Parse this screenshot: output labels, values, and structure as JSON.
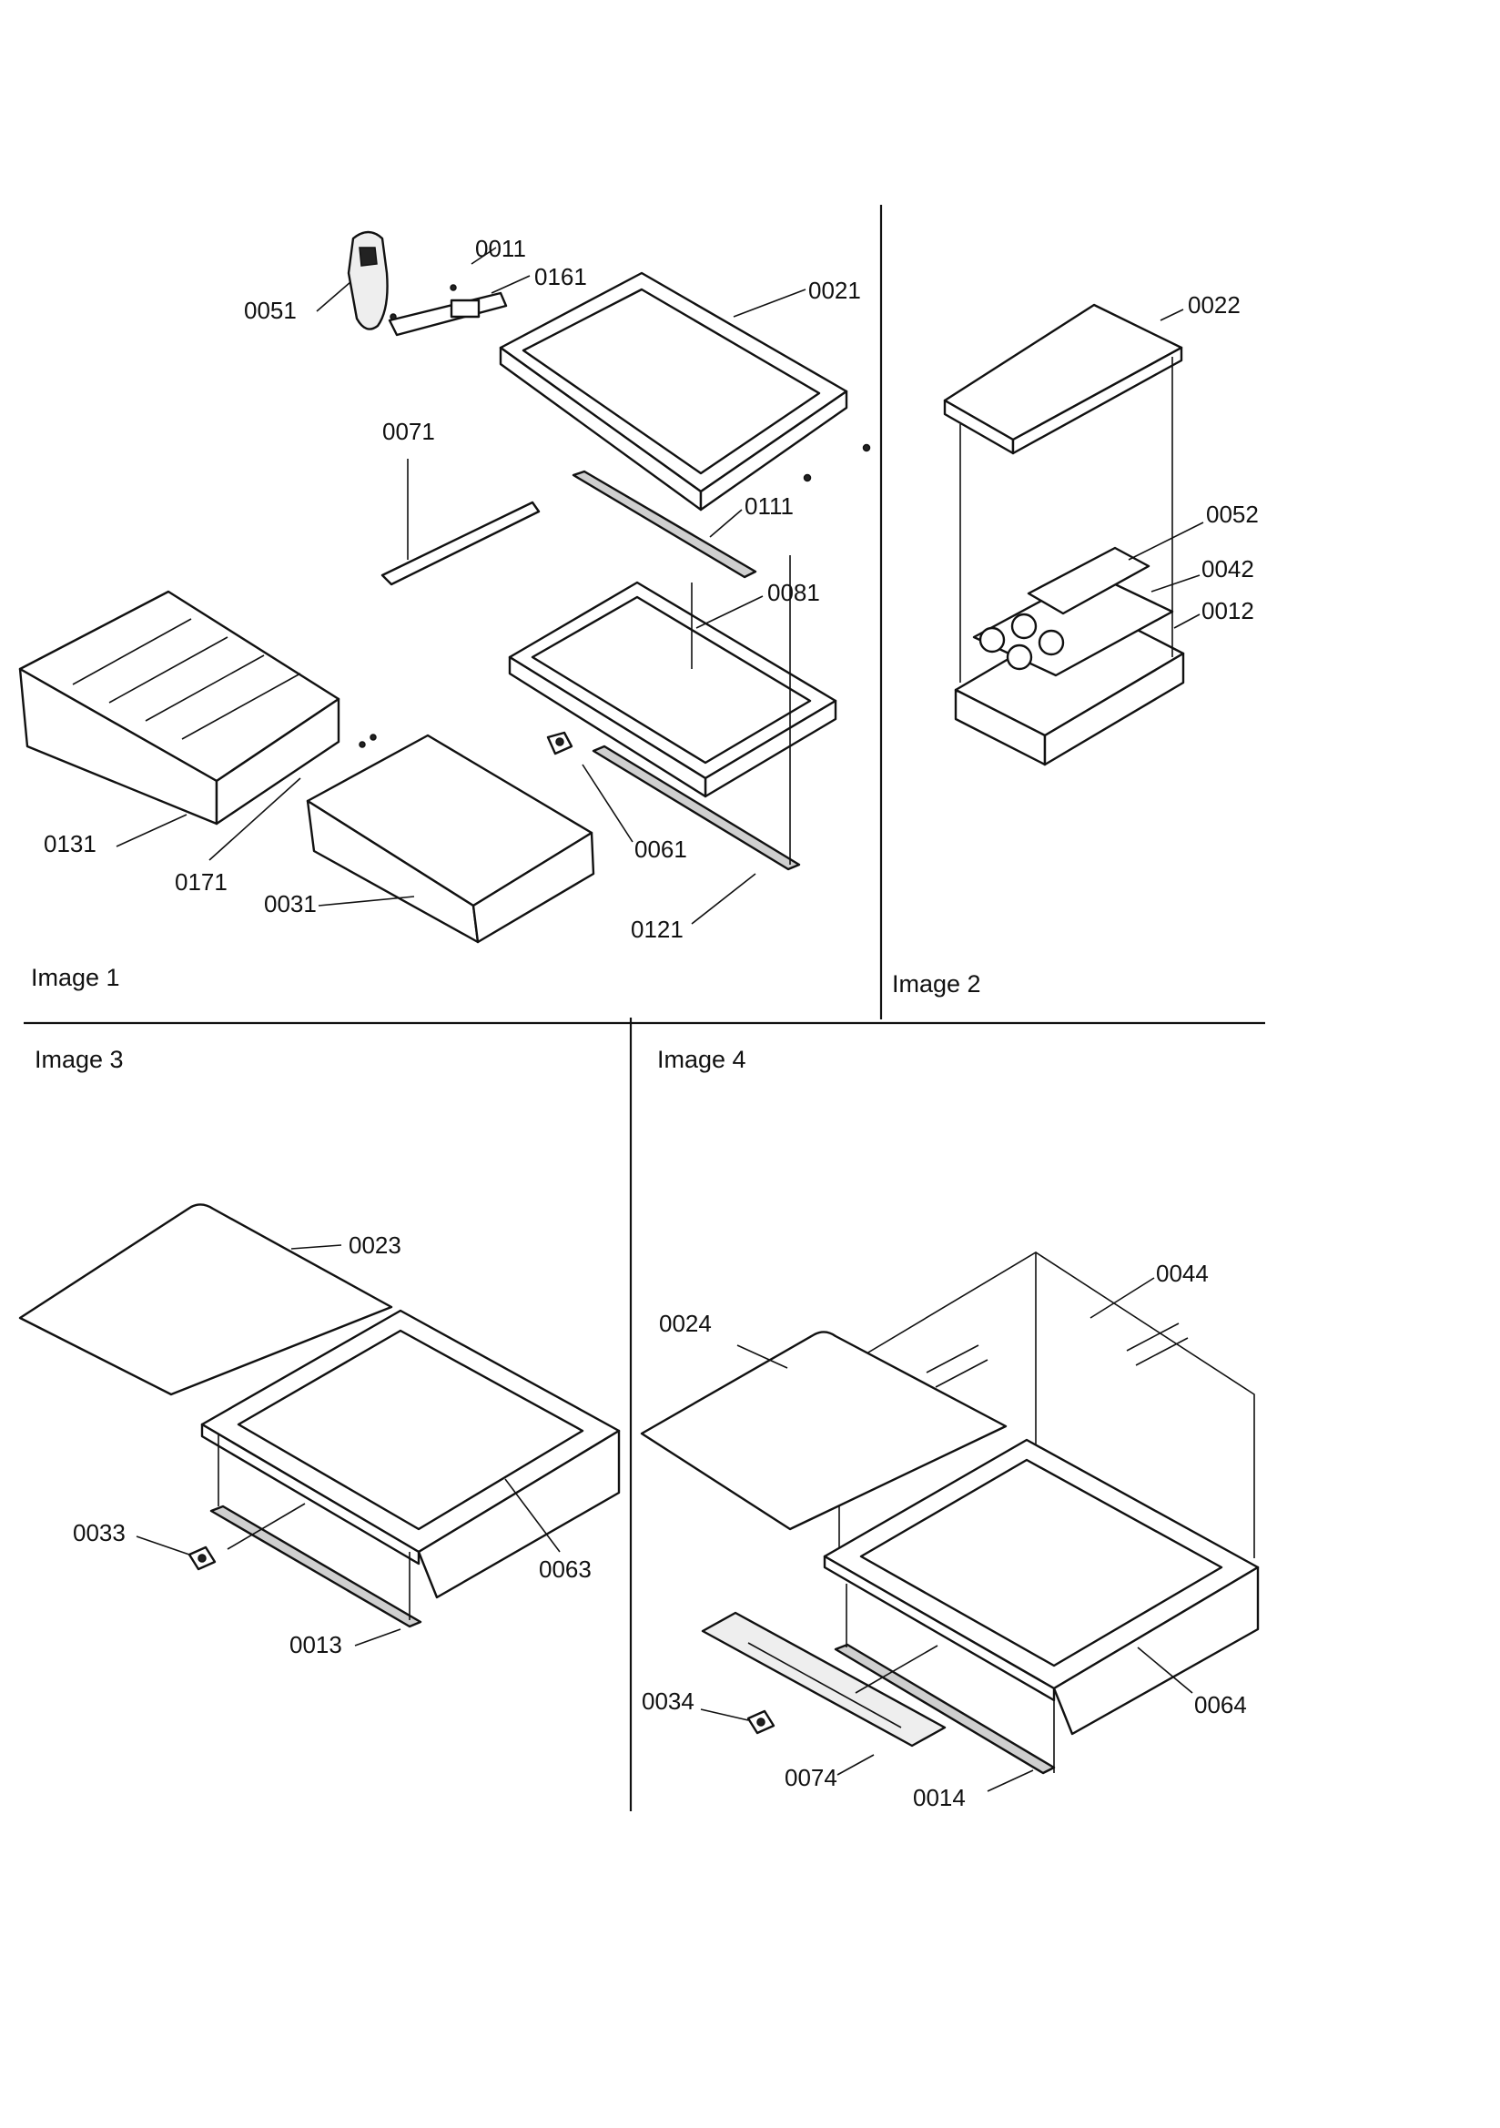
{
  "captions": {
    "image1": "Image 1",
    "image2": "Image 2",
    "image3": "Image 3",
    "image4": "Image 4"
  },
  "parts": {
    "p0011": "0011",
    "p0161": "0161",
    "p0051": "0051",
    "p0021": "0021",
    "p0071": "0071",
    "p0111": "0111",
    "p0081": "0081",
    "p0131": "0131",
    "p0171": "0171",
    "p0031": "0031",
    "p0061": "0061",
    "p0121": "0121",
    "p0022": "0022",
    "p0052": "0052",
    "p0042": "0042",
    "p0012": "0012",
    "p0023": "0023",
    "p0033": "0033",
    "p0063": "0063",
    "p0013": "0013",
    "p0044": "0044",
    "p0024": "0024",
    "p0034": "0034",
    "p0074": "0074",
    "p0014": "0014",
    "p0064": "0064"
  }
}
